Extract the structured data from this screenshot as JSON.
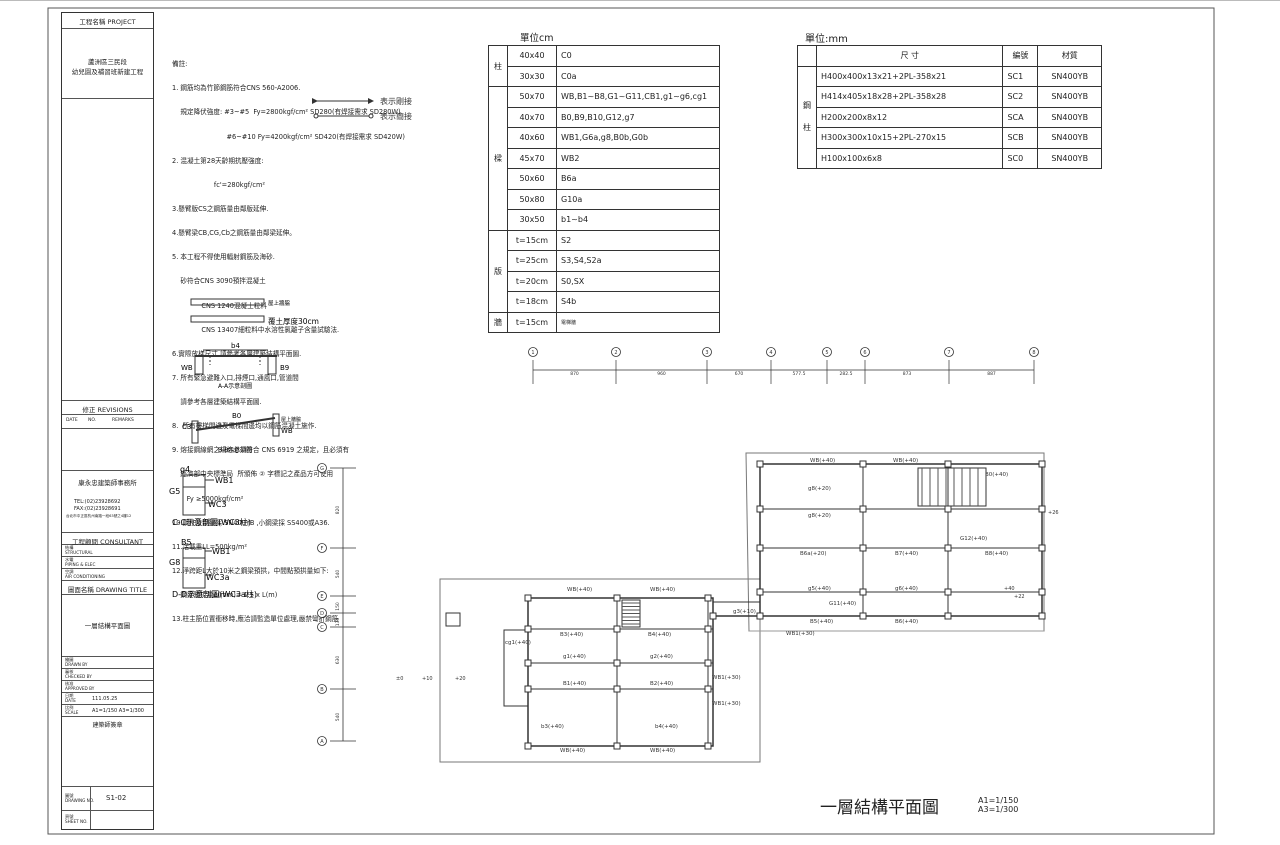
{
  "title_block": {
    "project_header": "工程名稱 PROJECT",
    "project_name": "蘆洲區三民段\n幼兒園及補習班新建工程",
    "revisions_header": "修正 REVISIONS",
    "rev_cols": [
      "DATE",
      "NO.",
      "REMARKS"
    ],
    "architect": "康永忠建築師事務所",
    "architect_tel": "TEL:(02)23928692",
    "architect_fax": "FAX:(02)23928691",
    "architect_addr": "台北市中正區杭州南路一段63號之4樓12",
    "consultant_header": "工程顧問 CONSULTANT",
    "consultant_rows": [
      "結構\nSTRUCTURAL",
      "水電\nPIPING & ELEC",
      "空調\nAIR CONDITIONING"
    ],
    "drawing_title_header": "圖面名稱 DRAWING TITLE",
    "drawing_title": "一層結構平面圖",
    "sign_rows": [
      "繪圖\nDRAWN BY",
      "審核\nCHECKED BY",
      "核准\nAPPROVED BY"
    ],
    "date_label": "日期\nDATE",
    "date": "111.05.25",
    "scale_label": "比例\nSCALE",
    "scale": "A1=1/150  A3=1/300",
    "stamp": "建築師簽章",
    "drawing_no_label": "圖號\nDRAWING NO.",
    "drawing_no": "S1-02",
    "sheet_no_label": "頁號\nSHEET NO."
  },
  "notes": {
    "heading": "備註:",
    "lines": [
      "1. 鋼筋均為竹節鋼筋符合CNS 560-A2006.",
      "    規定降伏強度: #3~#5  Fy=2800kgf/cm² SD280(有焊接需求 SD280W)",
      "                          #6~#10 Fy=4200kgf/cm² SD420(有焊接需求 SD420W)",
      "2. 混凝土第28天齡期抗壓強度:",
      "                    fc'=280kgf/cm²",
      "3.懸臂版CS之鋼筋量由鄰版延伸.",
      "4.懸臂梁CB,CG,Cb之鋼筋量由鄰梁延伸。",
      "5. 本工程不得使用輻射鋼筋及海砂.",
      "    砂符合CNS 3090預拌混凝土",
      "              CNS 1240混凝土粒料",
      "              CNS 13407細粒料中水溶性氯離子含量試驗法.",
      "6.實際放樣尺寸,請參考各層建築結構平面圖.",
      "7. 所有緊急避難入口,排煙口,通風口,管道間",
      "    請參考各層建築結構平面圖.",
      "8.  所有樓梯間邊及電梯間邊均以鋼筋混凝土施作.",
      "9. 熔接鋼線網之規格必須符合 CNS 6919 之規定，且必須有",
      "    經濟部中央標準局  所頒佈 ② 字標記之產品方可使用",
      "       Fy ≥5000kgf/cm²",
      "10.鋼柱及鋼梁採 SN400YB ,小鋼梁採 SS400或A36.",
      "11.活載重LL=500kg/m²",
      "12.淨跨距L大於10米之鋼梁預拱，中間點預拱量如下:",
      "    鋼梁預拱量Δ(mm)= 1.5 x L(m)",
      "13.柱主筋位置衝移時,應洽請監造單位處理,嚴禁彎折鋼筋"
    ],
    "legend_rigid": "表示剛接",
    "legend_pin": "表示簡接",
    "box1": "屋上牆脇",
    "box2": "覆土厚度30cm",
    "sec_aa": "A-A示意剖圖",
    "sec_bb": "B-B示意剖圖",
    "sec_cc": "C-C示意剖圖(WC3柱)",
    "sec_dd": "D-D示意剖圖(WC3a柱)",
    "sec_labels": {
      "b4": "b4",
      "wb": "WB",
      "b9": "B9",
      "b0": "B0",
      "c3": "C3",
      "wb2": "WB",
      "roof": "屋上牆脇",
      "g4": "g4",
      "g5": "G5",
      "wb1": "WB1",
      "wc3": "WC3",
      "b5": "B5",
      "g8": "G8",
      "wb1b": "WB1",
      "wc3a": "WC3a"
    }
  },
  "rc_table": {
    "unit": "單位cm",
    "rows": [
      {
        "group": "柱",
        "size": "40x40",
        "mark": "C0"
      },
      {
        "group": "",
        "size": "30x30",
        "mark": "C0a"
      },
      {
        "group": "樑",
        "size": "50x70",
        "mark": "WB,B1~B8,G1~G11,CB1,g1~g6,cg1"
      },
      {
        "group": "",
        "size": "40x70",
        "mark": "B0,B9,B10,G12,g7"
      },
      {
        "group": "",
        "size": "40x60",
        "mark": "WB1,G6a,g8,B0b,G0b"
      },
      {
        "group": "",
        "size": "45x70",
        "mark": "WB2"
      },
      {
        "group": "",
        "size": "50x60",
        "mark": "B6a"
      },
      {
        "group": "",
        "size": "50x80",
        "mark": "G10a"
      },
      {
        "group": "",
        "size": "30x50",
        "mark": "b1~b4"
      },
      {
        "group": "版",
        "size": "t=15cm",
        "mark": "S2"
      },
      {
        "group": "",
        "size": "t=25cm",
        "mark": "S3,S4,S2a"
      },
      {
        "group": "",
        "size": "t=20cm",
        "mark": "S0,SX"
      },
      {
        "group": "",
        "size": "t=18cm",
        "mark": "S4b"
      },
      {
        "group": "牆",
        "size": "t=15cm",
        "mark": "電梯牆"
      }
    ]
  },
  "steel_table": {
    "unit": "單位:mm",
    "headers": [
      "尺    寸",
      "編號",
      "材質"
    ],
    "group": "鋼\n柱",
    "rows": [
      {
        "size": "H400x400x13x21+2PL-358x21",
        "code": "SC1",
        "mat": "SN400YB"
      },
      {
        "size": "H414x405x18x28+2PL-358x28",
        "code": "SC2",
        "mat": "SN400YB"
      },
      {
        "size": "H200x200x8x12",
        "code": "SCA",
        "mat": "SN400YB"
      },
      {
        "size": "H300x300x10x15+2PL-270x15",
        "code": "SCB",
        "mat": "SN400YB"
      },
      {
        "size": "H100x100x6x8",
        "code": "SC0",
        "mat": "SN400YB"
      }
    ]
  },
  "plan": {
    "grid_x": [
      "1",
      "2",
      "3",
      "4",
      "5",
      "6",
      "7",
      "8"
    ],
    "grid_x_dims": [
      "870",
      "960",
      "670",
      "577.5",
      "282.5",
      "873",
      "887"
    ],
    "grid_y": [
      "G",
      "F",
      "E",
      "D",
      "C",
      "B",
      "A"
    ],
    "grid_y_dims": [
      "820",
      "540",
      "150",
      "135",
      "630",
      "540"
    ],
    "beam_labels": [
      "WB(+40)",
      "WB(+40)",
      "B0(+40)",
      "g8(+20)",
      "g8(+20)",
      "B6a(+20)",
      "B7(+40)",
      "B8(+40)",
      "g5(+40)",
      "g6(+40)",
      "B5(+40)",
      "B6(+40)",
      "WB(+40)",
      "WB(+40)",
      "B4(+40)",
      "B3(+40)",
      "cg1(+40)",
      "g1(+40)",
      "g2(+40)",
      "B1(+40)",
      "B2(+40)",
      "WB(+40)",
      "WB(+40)",
      "WB1(+30)",
      "WB1(+30)",
      "WB1(+30)",
      "g3(+10)",
      "G11(+40)",
      "G12(+40)",
      "b3(+40)",
      "b4(+40)"
    ],
    "levels": [
      "±0",
      "+10",
      "+20",
      "+26",
      "+40",
      "+22"
    ],
    "title": "一層結構平面圖",
    "scale": "A1=1/150\nA3=1/300"
  }
}
